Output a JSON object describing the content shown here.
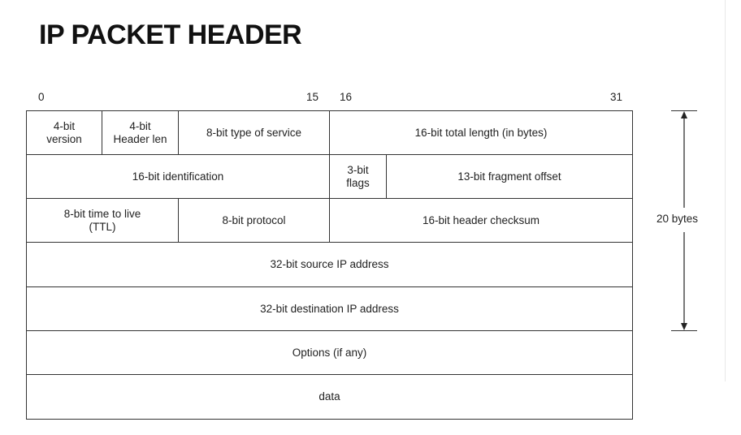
{
  "title": "IP PACKET HEADER",
  "bit_labels": {
    "b0": "0",
    "b15": "15",
    "b16": "16",
    "b31": "31"
  },
  "fields": {
    "version": "4-bit\nversion",
    "header_len": "4-bit\nHeader len",
    "tos": "8-bit type of service",
    "total_length": "16-bit total length (in bytes)",
    "identification": "16-bit identification",
    "flags": "3-bit\nflags",
    "fragment_offset": "13-bit fragment offset",
    "ttl": "8-bit time to live\n(TTL)",
    "protocol": "8-bit protocol",
    "checksum": "16-bit header checksum",
    "source_ip": "32-bit source IP address",
    "dest_ip": "32-bit destination IP address",
    "options": "Options (if any)",
    "data": "data"
  },
  "size_annotation": "20 bytes"
}
